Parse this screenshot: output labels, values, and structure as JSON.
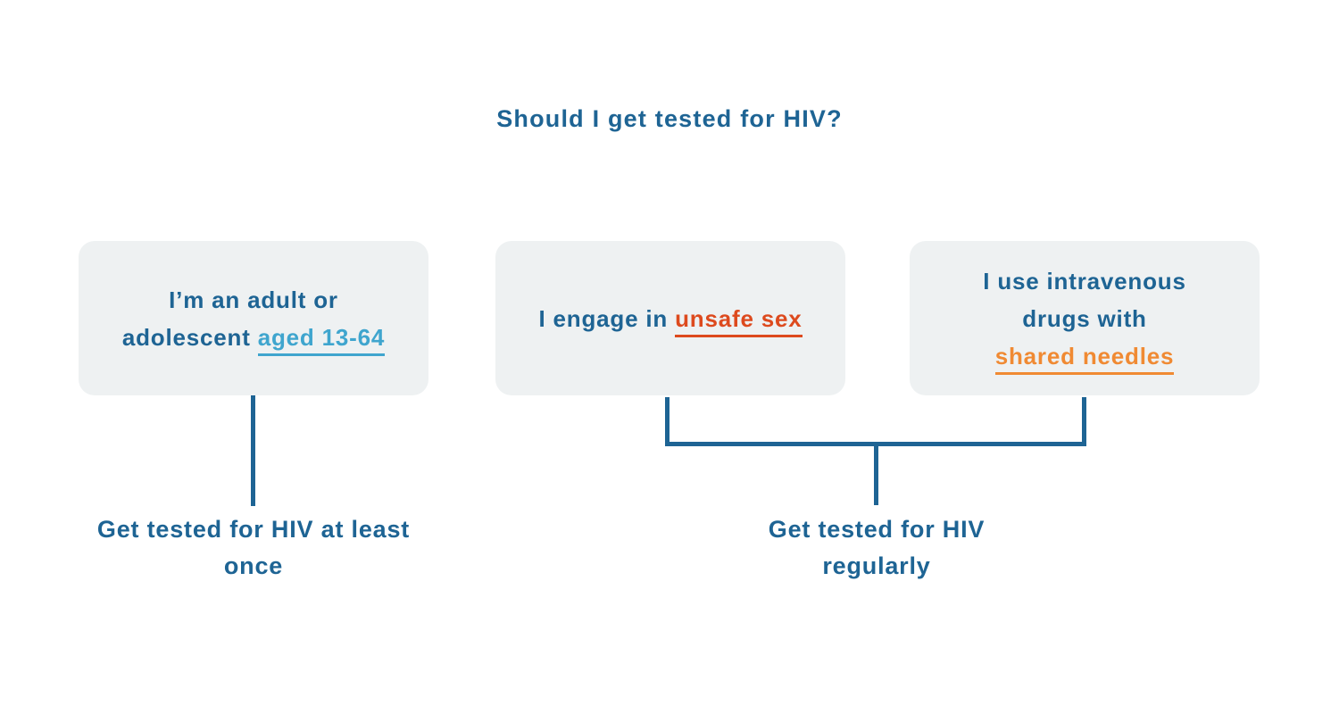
{
  "title": "Should I get tested for HIV?",
  "colors": {
    "primary": "#1E6494",
    "light_blue": "#3FA5CE",
    "red": "#DD4A1E",
    "orange": "#F08A33",
    "box_bg": "#EEF1F2",
    "page_bg": "#FFFFFF"
  },
  "boxes": [
    {
      "plain": "I’m an adult or adolescent ",
      "link": "aged 13-64"
    },
    {
      "plain": "I engage in ",
      "link": "unsafe sex"
    },
    {
      "plain": "I use intravenous drugs with ",
      "link": "shared needles"
    }
  ],
  "outcomes": [
    {
      "label": "Get tested for HIV at least once"
    },
    {
      "label": "Get tested for HIV regularly"
    }
  ]
}
